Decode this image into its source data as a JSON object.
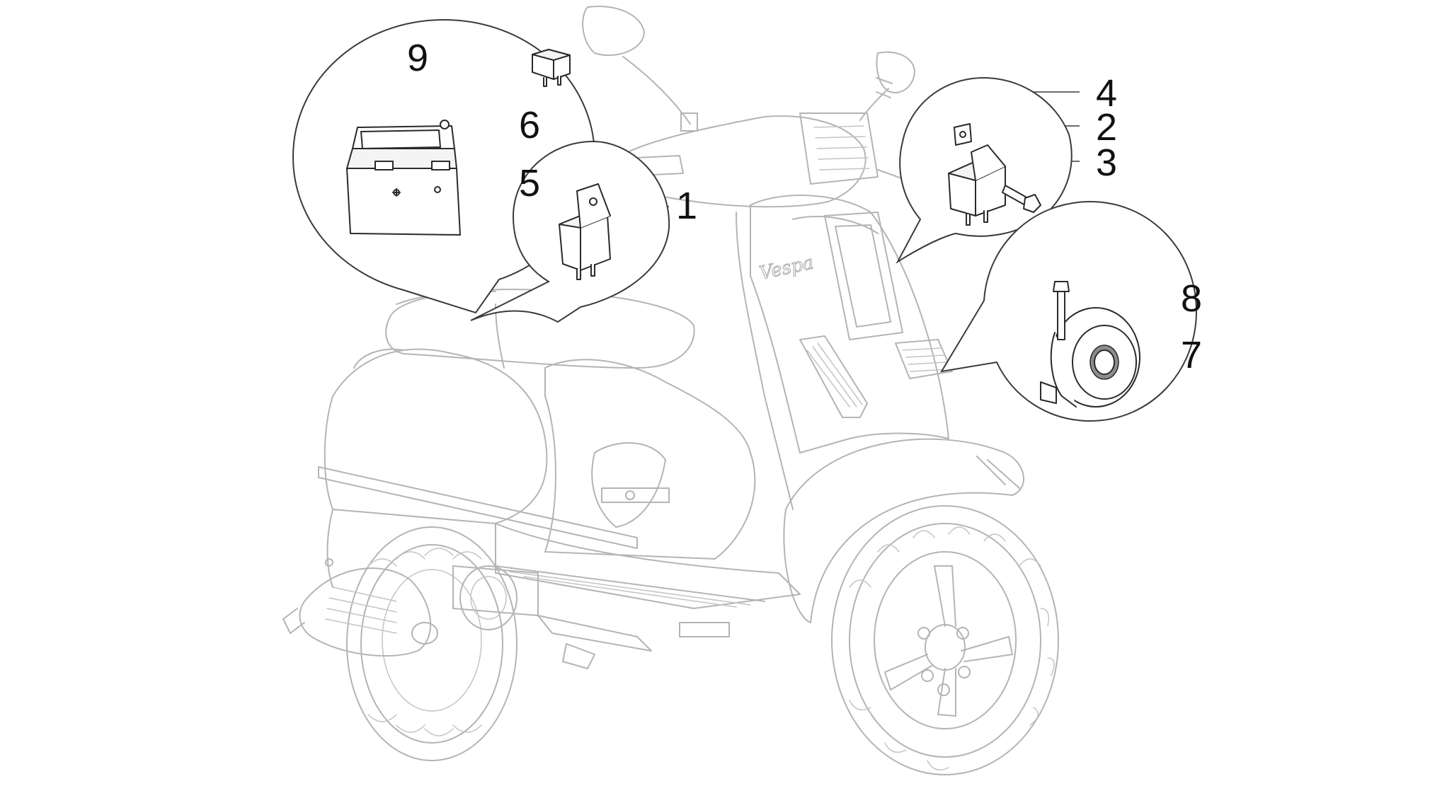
{
  "diagram": {
    "callout_numbers": {
      "n1": "1",
      "n2": "2",
      "n3": "3",
      "n4": "4",
      "n5": "5",
      "n6": "6",
      "n7": "7",
      "n8": "8",
      "n9": "9"
    },
    "scooter_badge": "Vespa"
  }
}
